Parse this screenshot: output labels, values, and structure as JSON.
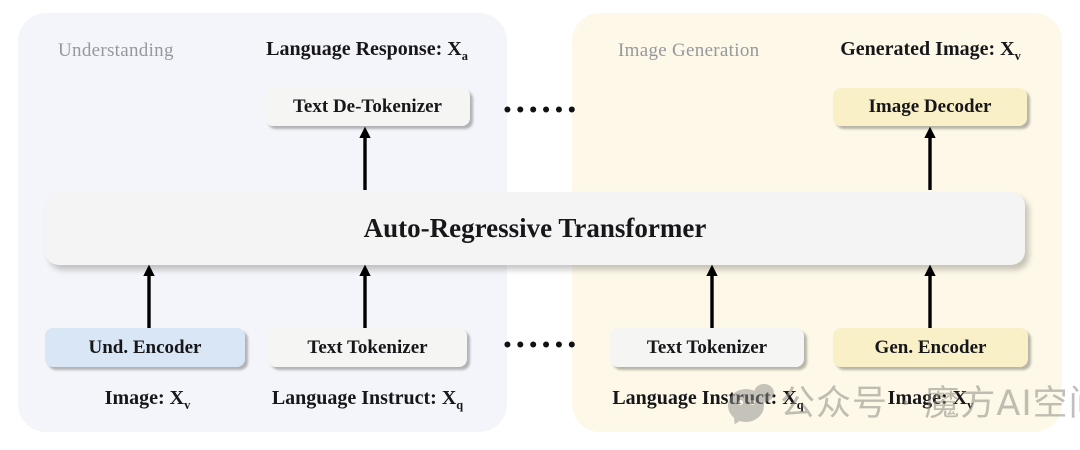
{
  "left_panel": {
    "section_label": "Understanding",
    "top_label": {
      "text": "Language Response: X",
      "sub": "a"
    },
    "boxes": {
      "detokenizer": "Text De-Tokenizer",
      "und_encoder": "Und. Encoder",
      "text_tokenizer": "Text Tokenizer"
    },
    "bottom_labels": {
      "image": {
        "text": "Image: X",
        "sub": "v"
      },
      "instruct": {
        "text": "Language Instruct: X",
        "sub": "q"
      }
    }
  },
  "right_panel": {
    "section_label": "Image Generation",
    "top_label": {
      "text": "Generated Image: X",
      "sub": "v"
    },
    "boxes": {
      "decoder": "Image Decoder",
      "text_tokenizer": "Text Tokenizer",
      "gen_encoder": "Gen. Encoder"
    },
    "bottom_labels": {
      "instruct": {
        "text": "Language Instruct: X",
        "sub": "q"
      },
      "image": {
        "text": "Image: X",
        "sub": "v"
      }
    }
  },
  "center": {
    "transformer_label": "Auto-Regressive Transformer",
    "dots_top": "••••••",
    "dots_bottom": "••••••"
  },
  "watermark": {
    "icon": "wechat-icon",
    "text": "公众号 · 魔方AI空间"
  },
  "colors": {
    "left_panel_bg": "#f3f5fa",
    "right_panel_bg": "#fdf8e7",
    "neutral_box_bg": "#f5f5f3",
    "understanding_box_bg": "#d8e6f6",
    "generation_box_bg": "#faf0c8",
    "transformer_box_bg": "#f4f4f5",
    "section_label_color": "#97979f",
    "arrow_color": "#000000"
  }
}
